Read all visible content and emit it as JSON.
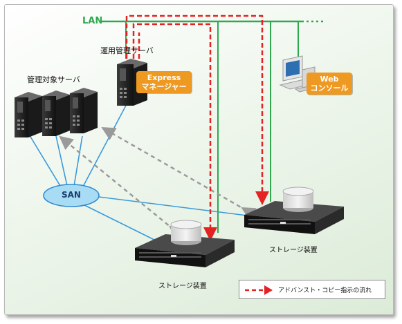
{
  "network": {
    "lan_label": "LAN",
    "san_label": "SAN"
  },
  "mgmt_server": {
    "label": "運用管理サーバ"
  },
  "managed_servers": {
    "label": "管理対象サーバ"
  },
  "express_tag": {
    "line1": "Express",
    "line2": "マネージャー"
  },
  "web_tag": {
    "line1": "Web",
    "line2": "コンソール"
  },
  "storage_left": {
    "label": "ストレージ装置"
  },
  "storage_right": {
    "label": "ストレージ装置"
  },
  "legend": {
    "text": "アドバンスト・コピー指示の流れ"
  },
  "colors": {
    "lan_green": "#2fa84f",
    "san_blue": "#3a9ad9",
    "copy_red": "#e52222",
    "tag_orange": "#ee9a22",
    "dashed_gray": "#9a9a9a"
  }
}
